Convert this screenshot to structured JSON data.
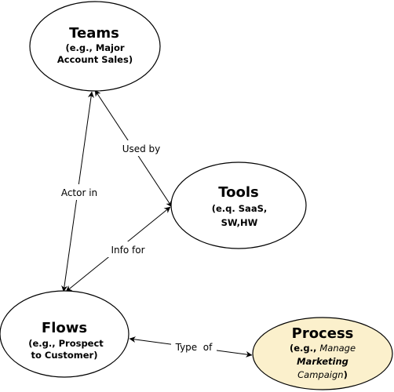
{
  "nodes": {
    "teams": {
      "title": "Teams",
      "line1": "(e.g., Major",
      "line2": "Account Sales)",
      "fill": "#ffffff"
    },
    "tools": {
      "title": "Tools",
      "line1": "(e.q. SaaS,",
      "line2": "SW,HW",
      "fill": "#ffffff"
    },
    "flows": {
      "title": "Flows",
      "line1": "(e.g., Prospect",
      "line2": "to Customer)",
      "fill": "#ffffff"
    },
    "process": {
      "title": "Process",
      "line1_prefix": "(e.g., ",
      "line1_italic": "Manage",
      "line2_italic": "Marketing",
      "line3_italic": "Campaign",
      "line3_suffix": ")",
      "fill": "#fbf0cc"
    }
  },
  "edges": {
    "used_by": "Used by",
    "actor_in": "Actor in",
    "info_for": "Info for",
    "type_of": "Type  of"
  }
}
